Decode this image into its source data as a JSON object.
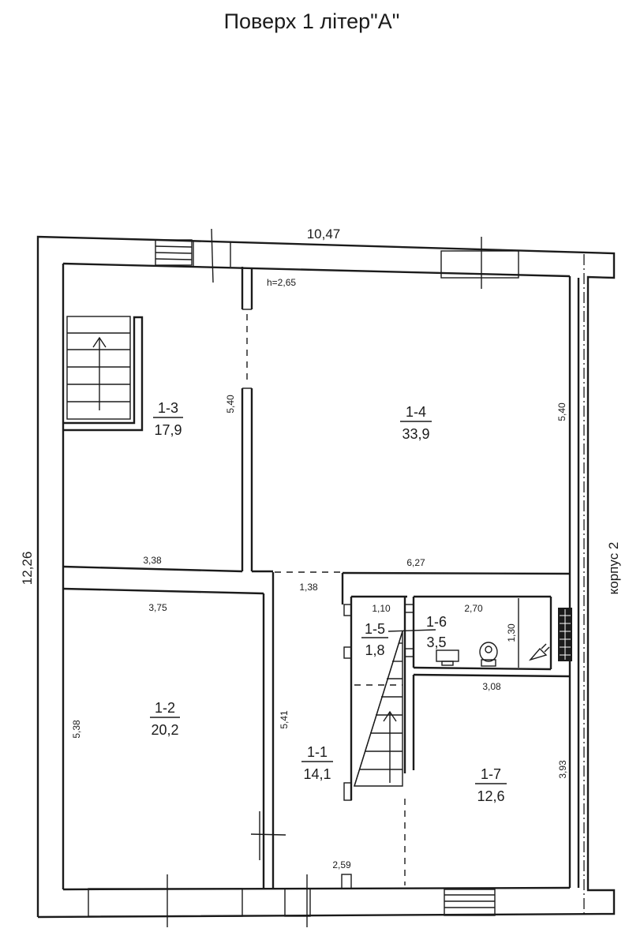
{
  "title": "Поверх 1 літер\"А\"",
  "building_label": "корпус 2",
  "overall": {
    "width": "10,47",
    "depth": "12,26"
  },
  "ceiling_height": "h=2,65",
  "rooms": [
    {
      "id": "1-1",
      "area": "14,1"
    },
    {
      "id": "1-2",
      "area": "20,2"
    },
    {
      "id": "1-3",
      "area": "17,9"
    },
    {
      "id": "1-4",
      "area": "33,9"
    },
    {
      "id": "1-5",
      "area": "1,8"
    },
    {
      "id": "1-6",
      "area": "3,5"
    },
    {
      "id": "1-7",
      "area": "12,6"
    }
  ],
  "dimensions": {
    "r13_height": "5,40",
    "r14_height": "5,40",
    "r13_width": "3,38",
    "r14_width": "6,27",
    "r11_width": "1,38",
    "r12_width": "3,75",
    "r12_height": "5,38",
    "r11_height": "5,41",
    "r15_width": "1,10",
    "r16_width": "2,70",
    "r16_height": "1,30",
    "r17_width": "3,08",
    "r17_height": "3,93",
    "entrance_width": "2,59"
  },
  "colors": {
    "ink": "#1b1b1b",
    "paper": "#ffffff"
  },
  "icons": [
    "stair-arrow-icon",
    "sink-icon",
    "toilet-icon",
    "boiler-icon",
    "radiator-icon"
  ]
}
